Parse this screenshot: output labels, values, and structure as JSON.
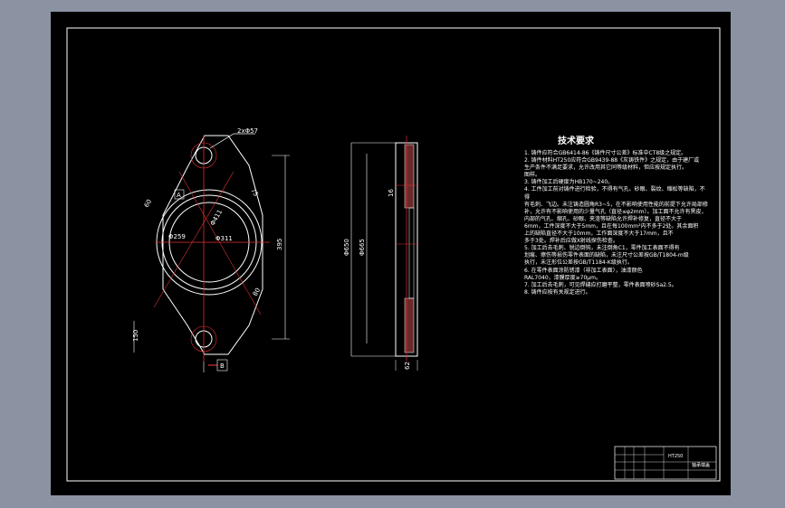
{
  "drawing": {
    "technical_requirements": {
      "title": "技术要求",
      "notes": [
        "1. 铸件应符合GB6414-86《铸件尺寸公差》标准中CT8级之规定。",
        "2. 铸件材料HT250应符合GB9439-88《灰铸铁件》之规定，由于建厂或",
        "生产条件不满足要求，允许改用其它同等级材料，但应按规定执行。",
        "图样。",
        "3. 铸件加工后硬度为HB170~240。",
        "4. 工件加工前对铸件进行检验，不得有气孔、砂眼、裂纹、缩松等缺陷，不得",
        "有毛刺、飞边。未注铸造圆角R3~5，在不影响使用性能的前提下允许局部修",
        "补，允许有不影响使用的少量气孔（直径≤φ2mm）。加工面不允许有黑皮，",
        "内部的气孔、缩孔、砂眼、夹渣等缺陷允许焊补修复，直径不大于",
        "6mm，工件深度不大于5mm，且在每100mm²内不多于2处。其余面积",
        "上的缺陷直径不大于10mm，工作面深度不大于17mm，且不",
        "多于3处。焊补后应做X射线探伤检查。",
        "5. 加工后去毛刺、锐边倒钝，未注倒角C1，零件加工表面不得有",
        "划痕、擦伤等损伤零件表面的缺陷，未注尺寸公差按GB/T1804-m级",
        "执行，未注形位公差按GB/T1184-K级执行。",
        "6. 在零件表面涂防锈漆（非加工表面），油漆颜色",
        "RAL7040，漆膜厚度≥70μm。",
        "7. 加工后去毛刺，可见焊缝应打磨平整，零件表面喷砂Sa2.5。",
        "8. 铸件应按有关规定进行。"
      ]
    },
    "front_view": {
      "dim_holes": "2xΦ57",
      "dim_height": "395",
      "dim_pcd": "Φ411",
      "dim_bore": "Φ311",
      "dim_inner": "Φ259",
      "dim_r60": "60",
      "dim_r75": "75",
      "dim_r80": "80",
      "dim_bottom": "150",
      "datum_a": "A",
      "datum_b": "B"
    },
    "side_view": {
      "dim_outer": "Φ650",
      "dim_mid": "Φ665",
      "dim_thk": "16",
      "dim_bottom": "62"
    },
    "title_block": {
      "drawing_name": "HT250",
      "part_no": "轴承端盖"
    }
  }
}
